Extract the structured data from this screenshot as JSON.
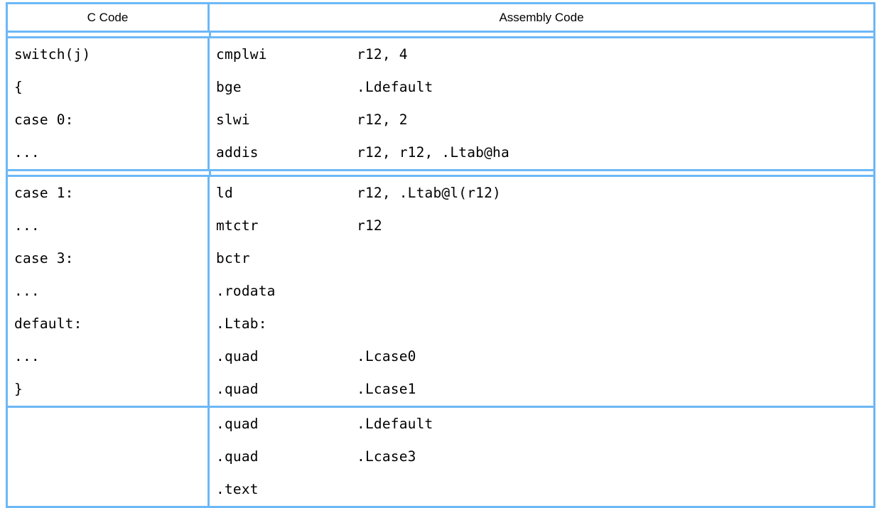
{
  "table": {
    "columns": [
      {
        "key": "c",
        "header": "C Code"
      },
      {
        "key": "asm",
        "header": "Assembly Code"
      }
    ],
    "border_color": "#6cb8f7",
    "groups": [
      {
        "separator_after": "double",
        "rows": [
          {
            "c": "switch(j)",
            "mnemonic": "cmplwi",
            "operand": "r12, 4"
          },
          {
            "c": "{",
            "mnemonic": "bge",
            "operand": ".Ldefault"
          },
          {
            "c": "case 0:",
            "mnemonic": "slwi",
            "operand": "r12, 2"
          },
          {
            "c": "...",
            "mnemonic": "addis",
            "operand": "r12, r12, .Ltab@ha"
          }
        ]
      },
      {
        "separator_after": "single",
        "rows": [
          {
            "c": "case 1:",
            "mnemonic": "ld",
            "operand": "r12, .Ltab@l(r12)"
          },
          {
            "c": "...",
            "mnemonic": "mtctr",
            "operand": "r12"
          },
          {
            "c": "case 3:",
            "mnemonic": "bctr",
            "operand": ""
          },
          {
            "c": "...",
            "mnemonic": ".rodata",
            "operand": ""
          },
          {
            "c": "default:",
            "mnemonic": ".Ltab:",
            "operand": ""
          },
          {
            "c": "...",
            "mnemonic": ".quad",
            "operand": ".Lcase0"
          },
          {
            "c": "}",
            "mnemonic": ".quad",
            "operand": ".Lcase1"
          }
        ]
      },
      {
        "separator_after": "none",
        "rows": [
          {
            "c": "",
            "mnemonic": ".quad",
            "operand": ".Ldefault"
          },
          {
            "c": "",
            "mnemonic": ".quad",
            "operand": ".Lcase3"
          },
          {
            "c": "",
            "mnemonic": ".text",
            "operand": ""
          }
        ]
      }
    ]
  }
}
